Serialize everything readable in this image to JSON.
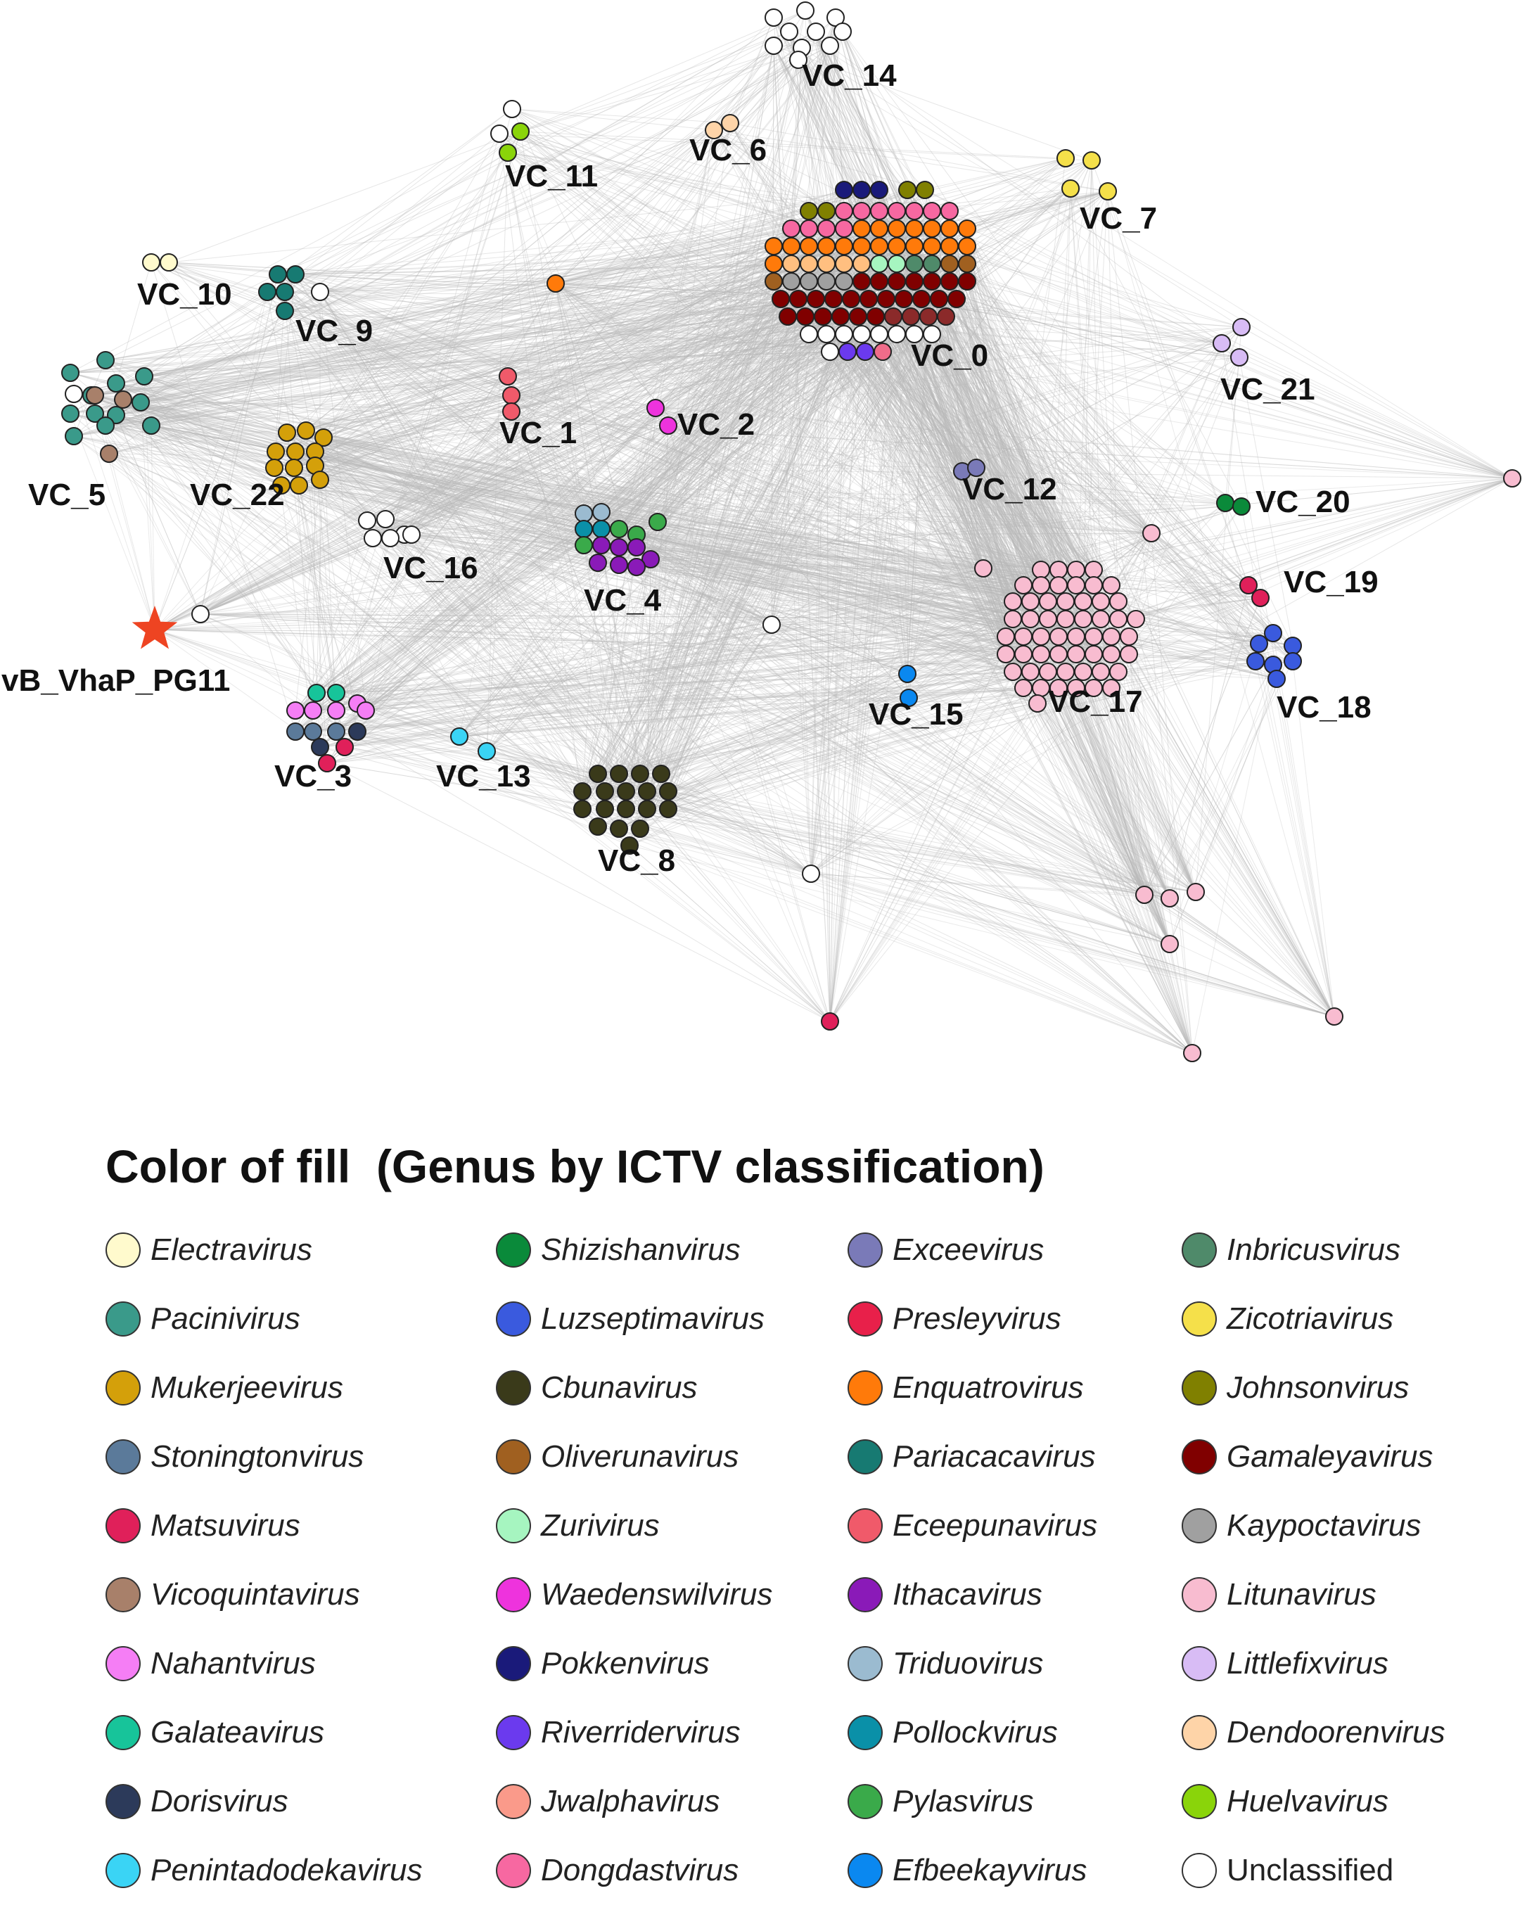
{
  "network": {
    "clusters": [
      {
        "id": "VC_0",
        "colors": [
          "#1a1a7a",
          "#1a1a7a",
          "#1a1a7a",
          "#808000",
          "#808000",
          "#808000",
          "#808000",
          "#f768a1",
          "#f768a1",
          "#f768a1",
          "#f768a1",
          "#f768a1",
          "#f768a1",
          "#f768a1",
          "#f768a1",
          "#f768a1",
          "#f768a1",
          "#f768a1",
          "#ff7a0a",
          "#ff7a0a",
          "#ff7a0a",
          "#ff7a0a",
          "#ff7a0a",
          "#ff7a0a",
          "#ff7a0a",
          "#ff7a0a",
          "#ff7a0a",
          "#ff7a0a",
          "#ff7a0a",
          "#ff7a0a",
          "#ff7a0a",
          "#ff7a0a",
          "#ff7a0a",
          "#ff7a0a",
          "#ff7a0a",
          "#ff7a0a",
          "#ff7a0a",
          "#ff7a0a",
          "#ffbf80",
          "#ffbf80",
          "#ffbf80",
          "#ffbf80",
          "#ffbf80",
          "#a6f5c0",
          "#a6f5c0",
          "#4f8a6a",
          "#4f8a6a",
          "#a06020",
          "#a06020",
          "#a06020",
          "#a0a0a0",
          "#a0a0a0",
          "#a0a0a0",
          "#a0a0a0",
          "#800000",
          "#800000",
          "#800000",
          "#800000",
          "#800000",
          "#800000",
          "#800000",
          "#800000",
          "#800000",
          "#800000",
          "#800000",
          "#800000",
          "#800000",
          "#800000",
          "#800000",
          "#800000",
          "#800000",
          "#800000",
          "#800000",
          "#800000",
          "#800000",
          "#800000",
          "#800000",
          "#800000",
          "#8b2a2a",
          "#8b2a2a",
          "#8b2a2a",
          "#8b2a2a",
          "#ffffff",
          "#ffffff",
          "#ffffff",
          "#ffffff",
          "#ffffff",
          "#ffffff",
          "#ffffff",
          "#ffffff",
          "#ffffff",
          "#6b3aee",
          "#6b3aee",
          "#f06c8a"
        ]
      },
      {
        "id": "VC_1",
        "colors": [
          "#f05a6a",
          "#f05a6a",
          "#f05a6a"
        ]
      },
      {
        "id": "VC_2",
        "colors": [
          "#ee33dd",
          "#ee33dd"
        ]
      },
      {
        "id": "VC_3",
        "colors": [
          "#17c49a",
          "#17c49a",
          "#f57ef5",
          "#f57ef5",
          "#f57ef5",
          "#f57ef5",
          "#f57ef5",
          "#5b7a9a",
          "#5b7a9a",
          "#5b7a9a",
          "#2c3a5a",
          "#2c3a5a",
          "#e0205a",
          "#e0205a"
        ]
      },
      {
        "id": "VC_4",
        "colors": [
          "#9bbbd0",
          "#9bbbd0",
          "#0a90a8",
          "#0a90a8",
          "#3aaa4a",
          "#3aaa4a",
          "#3aaa4a",
          "#3aaa4a",
          "#8a1ab8",
          "#8a1ab8",
          "#8a1ab8",
          "#8a1ab8",
          "#8a1ab8",
          "#8a1ab8",
          "#8a1ab8"
        ]
      },
      {
        "id": "VC_5",
        "colors": [
          "#3a9a8a",
          "#3a9a8a",
          "#3a9a8a",
          "#3a9a8a",
          "#3a9a8a",
          "#3a9a8a",
          "#3a9a8a",
          "#3a9a8a",
          "#3a9a8a",
          "#3a9a8a",
          "#3a9a8a",
          "#3a9a8a",
          "#a8806a",
          "#a8806a",
          "#a8806a",
          "#ffffff"
        ]
      },
      {
        "id": "VC_6",
        "colors": [
          "#fed4a8",
          "#fed4a8"
        ]
      },
      {
        "id": "VC_7",
        "colors": [
          "#f5e04a",
          "#f5e04a",
          "#f5e04a",
          "#f5e04a"
        ]
      },
      {
        "id": "VC_8",
        "colors": [
          "#3a3a1a",
          "#3a3a1a",
          "#3a3a1a",
          "#3a3a1a",
          "#3a3a1a",
          "#3a3a1a",
          "#3a3a1a",
          "#3a3a1a",
          "#3a3a1a",
          "#3a3a1a",
          "#3a3a1a",
          "#3a3a1a",
          "#3a3a1a",
          "#3a3a1a",
          "#3a3a1a",
          "#3a3a1a",
          "#3a3a1a",
          "#3a3a1a"
        ]
      },
      {
        "id": "VC_9",
        "colors": [
          "#177a72",
          "#177a72",
          "#177a72",
          "#177a72",
          "#177a72",
          "#ffffff"
        ]
      },
      {
        "id": "VC_10",
        "colors": [
          "#fffacd",
          "#fffacd"
        ]
      },
      {
        "id": "VC_11",
        "colors": [
          "#ffffff",
          "#ffffff",
          "#8ad40a",
          "#8ad40a"
        ]
      },
      {
        "id": "VC_12",
        "colors": [
          "#7a7ab8",
          "#7a7ab8"
        ]
      },
      {
        "id": "VC_13",
        "colors": [
          "#3ad4f5",
          "#3ad4f5"
        ]
      },
      {
        "id": "VC_14",
        "colors": [
          "#ffffff",
          "#ffffff",
          "#ffffff",
          "#ffffff",
          "#ffffff",
          "#ffffff",
          "#ffffff",
          "#ffffff",
          "#ffffff",
          "#ffffff"
        ]
      },
      {
        "id": "VC_15",
        "colors": [
          "#0a88f0",
          "#0a88f0"
        ]
      },
      {
        "id": "VC_16",
        "colors": [
          "#ffffff",
          "#ffffff",
          "#ffffff",
          "#ffffff",
          "#ffffff",
          "#ffffff"
        ]
      },
      {
        "id": "VC_17",
        "colors": [
          "#f8bcd0",
          "#f8bcd0",
          "#f8bcd0",
          "#f8bcd0",
          "#f8bcd0",
          "#f8bcd0",
          "#f8bcd0",
          "#f8bcd0",
          "#f8bcd0",
          "#f8bcd0",
          "#f8bcd0",
          "#f8bcd0",
          "#f8bcd0",
          "#f8bcd0",
          "#f8bcd0",
          "#f8bcd0",
          "#f8bcd0",
          "#f8bcd0",
          "#f8bcd0",
          "#f8bcd0",
          "#f8bcd0",
          "#f8bcd0",
          "#f8bcd0",
          "#f8bcd0",
          "#f8bcd0",
          "#f8bcd0",
          "#f8bcd0",
          "#f8bcd0",
          "#f8bcd0",
          "#f8bcd0",
          "#f8bcd0",
          "#f8bcd0",
          "#f8bcd0",
          "#f8bcd0",
          "#f8bcd0",
          "#f8bcd0",
          "#f8bcd0",
          "#f8bcd0",
          "#f8bcd0",
          "#f8bcd0",
          "#f8bcd0",
          "#f8bcd0",
          "#f8bcd0",
          "#f8bcd0",
          "#f8bcd0",
          "#f8bcd0",
          "#f8bcd0",
          "#f8bcd0",
          "#f8bcd0",
          "#f8bcd0",
          "#f8bcd0",
          "#f8bcd0",
          "#f8bcd0",
          "#f8bcd0",
          "#f8bcd0"
        ]
      },
      {
        "id": "VC_18",
        "colors": [
          "#3a5ade",
          "#3a5ade",
          "#3a5ade",
          "#3a5ade",
          "#3a5ade",
          "#3a5ade",
          "#3a5ade"
        ]
      },
      {
        "id": "VC_19",
        "colors": [
          "#e0205a",
          "#e0205a"
        ]
      },
      {
        "id": "VC_20",
        "colors": [
          "#0a8a3a",
          "#0a8a3a"
        ]
      },
      {
        "id": "VC_21",
        "colors": [
          "#d8bcf5",
          "#d8bcf5",
          "#d8bcf5"
        ]
      },
      {
        "id": "VC_22",
        "colors": [
          "#d4a00a",
          "#d4a00a",
          "#d4a00a",
          "#d4a00a",
          "#d4a00a",
          "#d4a00a",
          "#d4a00a",
          "#d4a00a",
          "#d4a00a",
          "#d4a00a",
          "#d4a00a",
          "#d4a00a"
        ]
      }
    ],
    "singletons": [
      {
        "color": "#ff7a0a"
      },
      {
        "color": "#ffffff"
      },
      {
        "color": "#ffffff"
      },
      {
        "color": "#ffffff"
      },
      {
        "color": "#e0205a"
      },
      {
        "color": "#f8bcd0"
      },
      {
        "color": "#f8bcd0"
      },
      {
        "color": "#f8bcd0"
      },
      {
        "color": "#f8bcd0"
      },
      {
        "color": "#f8bcd0"
      },
      {
        "color": "#f8bcd0"
      },
      {
        "color": "#f8bcd0"
      },
      {
        "color": "#f8bcd0"
      },
      {
        "color": "#f8bcd0"
      }
    ],
    "query_phage": {
      "label": "vB_VhaP_PG11",
      "color": "#ee4422"
    },
    "edge_color": "#b8b8b8"
  },
  "legend": {
    "title": "Color of fill  (Genus by ICTV classification)",
    "items": [
      {
        "label": "Electravirus",
        "color": "#fffacd"
      },
      {
        "label": "Pacinivirus",
        "color": "#3a9a8a"
      },
      {
        "label": "Mukerjeevirus",
        "color": "#d4a00a"
      },
      {
        "label": "Stoningtonvirus",
        "color": "#5b7a9a"
      },
      {
        "label": "Matsuvirus",
        "color": "#e0205a"
      },
      {
        "label": "Vicoquintavirus",
        "color": "#a8806a"
      },
      {
        "label": "Nahantvirus",
        "color": "#f57ef5"
      },
      {
        "label": "Galateavirus",
        "color": "#17c49a"
      },
      {
        "label": "Dorisvirus",
        "color": "#2c3a5a"
      },
      {
        "label": "Penintadodekavirus",
        "color": "#3ad4f5"
      },
      {
        "label": "Shizishanvirus",
        "color": "#0a8a3a"
      },
      {
        "label": "Luzseptimavirus",
        "color": "#3a5ade"
      },
      {
        "label": "Cbunavirus",
        "color": "#3a3a1a"
      },
      {
        "label": "Oliverunavirus",
        "color": "#a06020"
      },
      {
        "label": "Zurivirus",
        "color": "#a6f5c0"
      },
      {
        "label": "Waedenswilvirus",
        "color": "#ee33dd"
      },
      {
        "label": "Pokkenvirus",
        "color": "#1a1a7a"
      },
      {
        "label": "Riverridervirus",
        "color": "#6b3aee"
      },
      {
        "label": "Jwalphavirus",
        "color": "#fa9a8a"
      },
      {
        "label": "Dongdastvirus",
        "color": "#f768a1"
      },
      {
        "label": "Exceevirus",
        "color": "#7a7ab8"
      },
      {
        "label": "Presleyvirus",
        "color": "#e8204a"
      },
      {
        "label": "Enquatrovirus",
        "color": "#ff7a0a"
      },
      {
        "label": "Pariacacavirus",
        "color": "#177a72"
      },
      {
        "label": "Eceepunavirus",
        "color": "#f05a6a"
      },
      {
        "label": "Ithacavirus",
        "color": "#8a1ab8"
      },
      {
        "label": "Triduovirus",
        "color": "#9bbbd0"
      },
      {
        "label": "Pollockvirus",
        "color": "#0a90a8"
      },
      {
        "label": "Pylasvirus",
        "color": "#3aaa4a"
      },
      {
        "label": "Efbeekayvirus",
        "color": "#0a88f0"
      },
      {
        "label": "Inbricusvirus",
        "color": "#4f8a6a"
      },
      {
        "label": "Zicotriavirus",
        "color": "#f5e04a"
      },
      {
        "label": "Johnsonvirus",
        "color": "#808000"
      },
      {
        "label": "Gamaleyavirus",
        "color": "#800000"
      },
      {
        "label": "Kaypoctavirus",
        "color": "#a0a0a0"
      },
      {
        "label": "Litunavirus",
        "color": "#f8bcd0"
      },
      {
        "label": "Littlefixvirus",
        "color": "#d8bcf5"
      },
      {
        "label": "Dendoorenvirus",
        "color": "#fed4a8"
      },
      {
        "label": "Huelvavirus",
        "color": "#8ad40a"
      },
      {
        "label": "Unclassified",
        "color": "#ffffff"
      }
    ]
  }
}
